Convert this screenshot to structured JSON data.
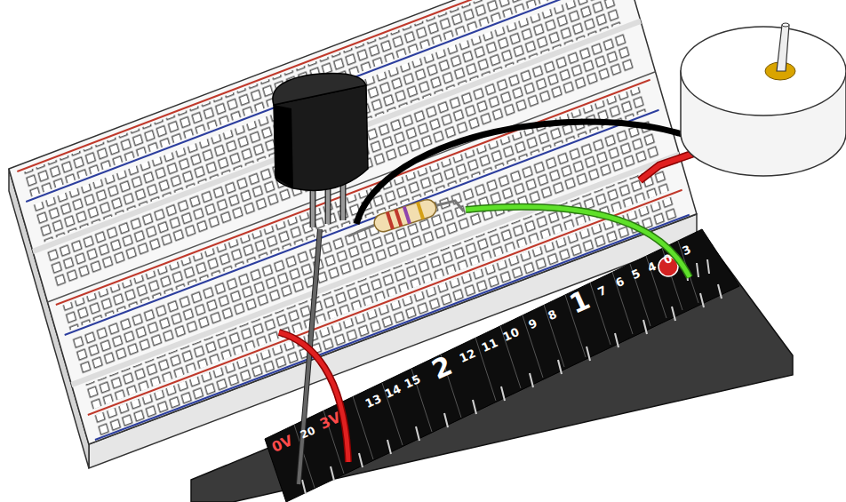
{
  "diagram": {
    "labels": [
      "0V",
      "20",
      "3V",
      "13",
      "14",
      "15",
      "2",
      "12",
      "11",
      "10",
      "9",
      "8",
      "1",
      "7",
      "6",
      "5",
      "4",
      "0",
      "3"
    ]
  }
}
